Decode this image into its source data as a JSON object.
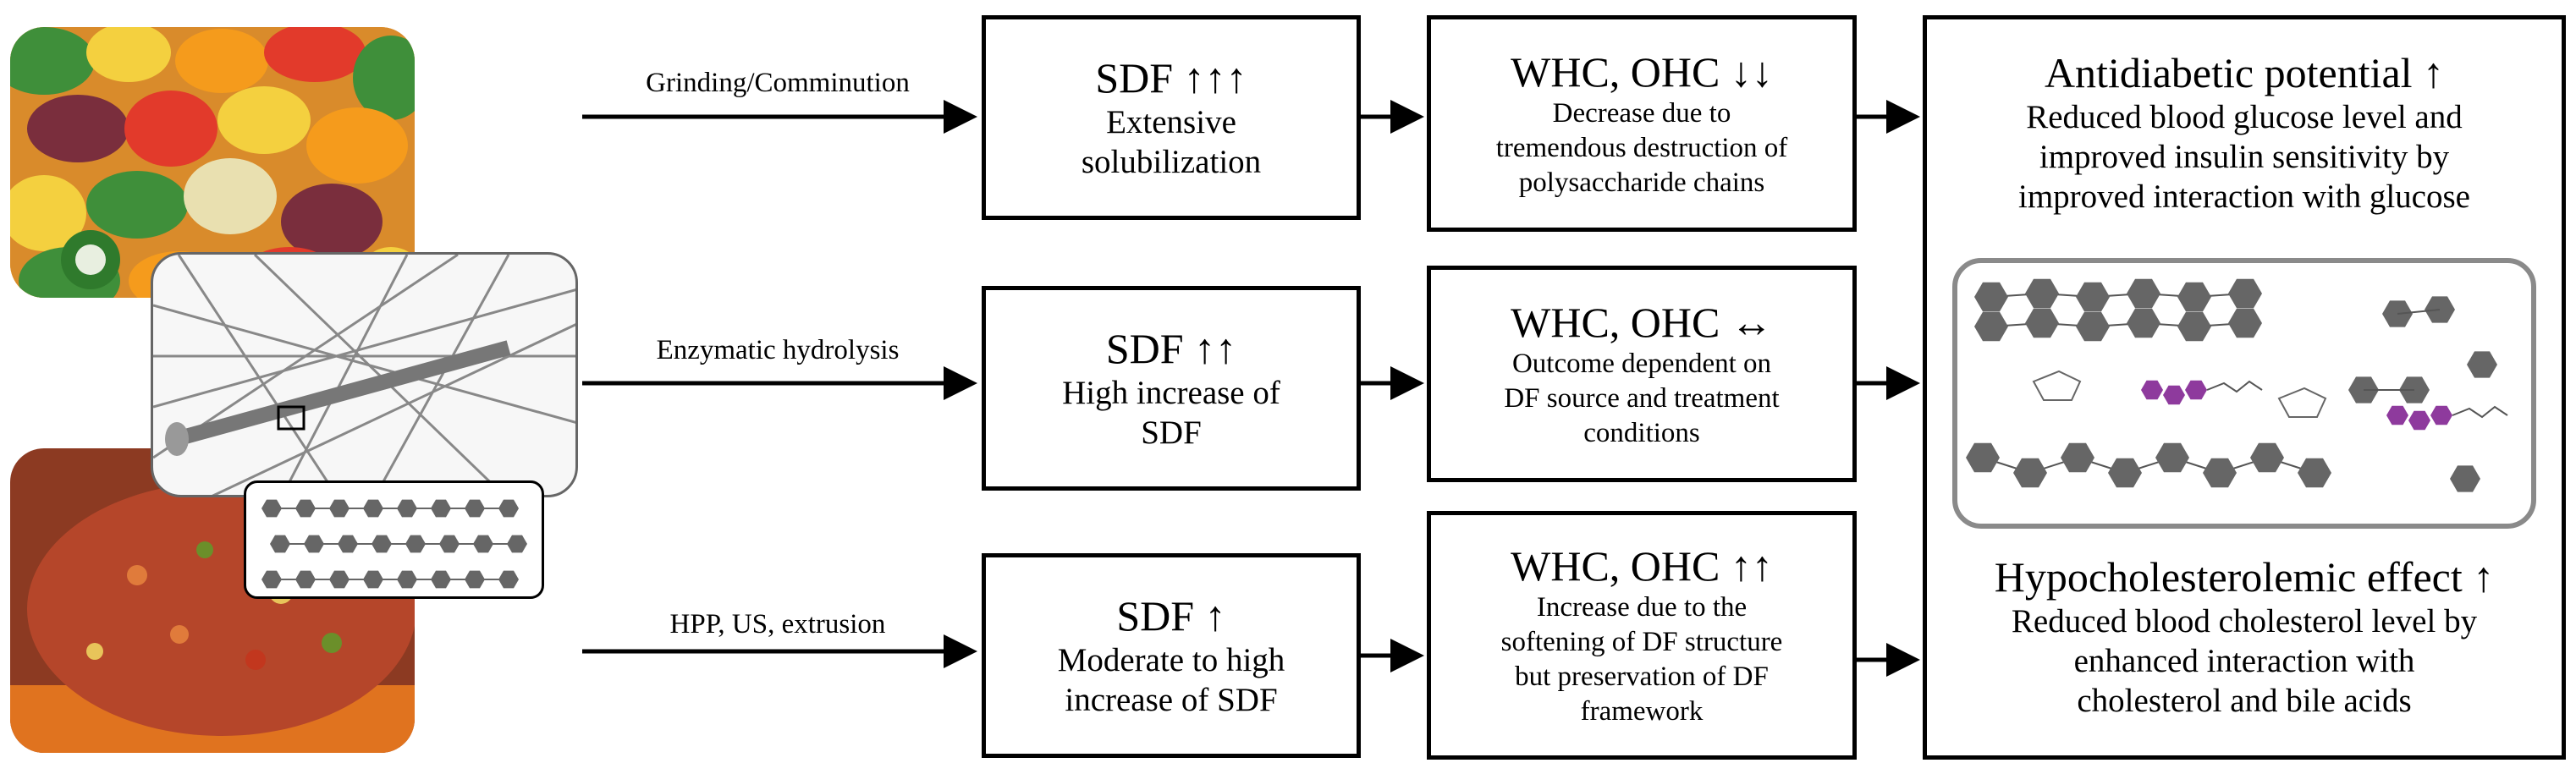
{
  "process_labels": {
    "grinding": "Grinding/Comminution",
    "enzymatic": "Enzymatic hydrolysis",
    "hpp": "HPP, US, extrusion"
  },
  "sdf_boxes": [
    {
      "title": "SDF ↑↑↑",
      "desc": [
        "Extensive",
        "solubilization"
      ]
    },
    {
      "title": "SDF ↑↑",
      "desc": [
        "High increase of",
        "SDF"
      ]
    },
    {
      "title": "SDF ↑",
      "desc": [
        "Moderate to high",
        "increase of SDF"
      ]
    }
  ],
  "whc_boxes": [
    {
      "title": "WHC, OHC ↓↓",
      "desc": [
        "Decrease due to",
        "tremendous destruction of",
        "polysaccharide chains"
      ]
    },
    {
      "title": "WHC, OHC ↔",
      "desc": [
        "Outcome dependent on",
        "DF source and treatment",
        "conditions"
      ]
    },
    {
      "title": "WHC, OHC ↑↑",
      "desc": [
        "Increase due to the",
        "softening of DF structure",
        "but preservation of DF",
        "framework"
      ]
    }
  ],
  "effects": {
    "antidiabetic_title": "Antidiabetic potential ↑",
    "antidiabetic_desc": [
      "Reduced blood glucose level and",
      "improved insulin sensitivity by",
      "improved interaction with glucose"
    ],
    "hypo_title": "Hypocholesterolemic effect ↑",
    "hypo_desc": [
      "Reduced blood cholesterol level by",
      "enhanced interaction with",
      "cholesterol and bile acids"
    ]
  },
  "colors": {
    "hexagon": "#666666",
    "cholesterol_molecule": "#8e3a9d",
    "panel_border": "#8a8a8a",
    "vegetables": [
      "#e23a2b",
      "#f59b1c",
      "#3f8f3a",
      "#f4d03f",
      "#7a2e3d"
    ],
    "food_block": "#b5462a"
  },
  "icons": [
    "vegetables-photo",
    "fiber-network-illustration",
    "food-block-photo",
    "polysaccharide-chain-icon",
    "glucose-molecule-icon",
    "cholesterol-molecule-icon"
  ]
}
